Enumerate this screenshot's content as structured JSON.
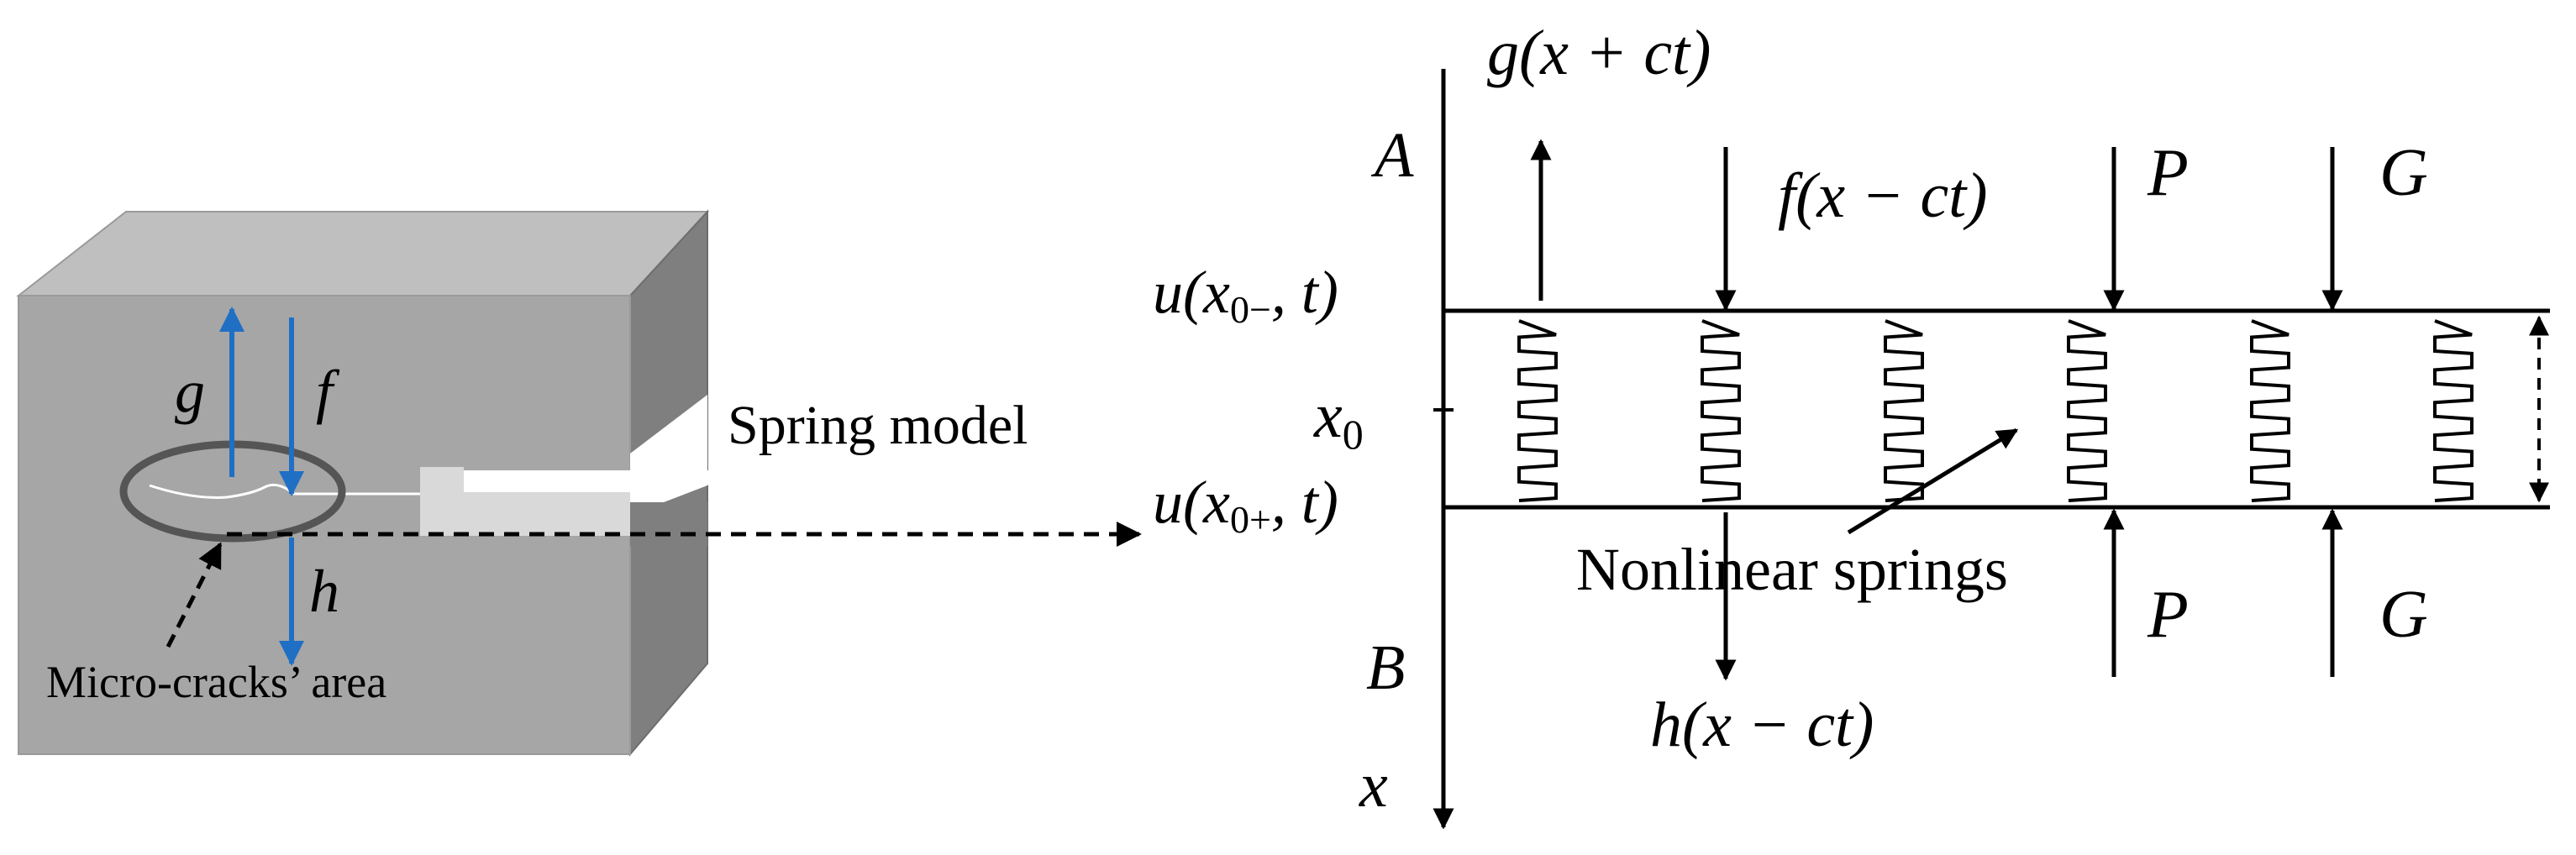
{
  "left_figure": {
    "caption_spring_model": "Spring model",
    "caption_microcracks": "Micro-cracks’ area",
    "label_g": "g",
    "label_f": "f",
    "label_h": "h",
    "colors": {
      "block_front": "#a6a6a6",
      "block_top": "#bfbfbf",
      "block_side": "#808080",
      "arrow_blue": "#1f6fc5"
    }
  },
  "right_figure": {
    "label_A": "A",
    "label_B": "B",
    "label_x_axis": "x",
    "label_x0": "x",
    "label_x0_sub": "0",
    "u_minus": {
      "pre": "u(x",
      "sub": "0−",
      "post": ", t)"
    },
    "u_plus": {
      "pre": "u(x",
      "sub": "0+",
      "post": ", t)"
    },
    "wave_g": "g(x + ct)",
    "wave_f": "f(x − ct)",
    "wave_h": "h(x − ct)",
    "load_P_top": "P",
    "load_G_top": "G",
    "load_P_bottom": "P",
    "load_G_bottom": "G",
    "springs_label": "Nonlinear springs"
  }
}
